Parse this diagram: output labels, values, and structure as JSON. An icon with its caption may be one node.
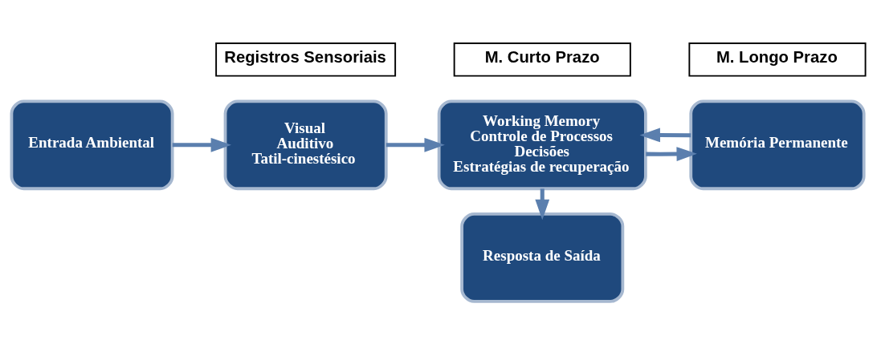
{
  "diagram": {
    "nodes": [
      {
        "text": [
          "Registros Sensoriais"
        ]
      },
      {
        "text": [
          "M. Curto Prazo"
        ]
      },
      {
        "text": [
          "M. Longo Prazo"
        ]
      },
      {
        "text": [
          "Entrada Ambiental"
        ]
      },
      {
        "text": [
          "Visual",
          "Auditivo",
          "Tatil-cinestésico"
        ]
      },
      {
        "text": [
          "Working Memory",
          "Controle de Processos",
          "Decisões",
          "Estratégias de recuperação"
        ]
      },
      {
        "text": [
          "Memória Permanente"
        ]
      },
      {
        "text": [
          "Resposta de Saída"
        ]
      }
    ],
    "edges": [
      {
        "from": 3,
        "to": 4,
        "arrow": "to"
      },
      {
        "from": 4,
        "to": 5,
        "arrow": "to"
      },
      {
        "from": 5,
        "to": 6,
        "arrow": "to"
      },
      {
        "from": 6,
        "to": 5,
        "arrow": "to"
      },
      {
        "from": 5,
        "to": 7,
        "arrow": "to"
      }
    ]
  }
}
